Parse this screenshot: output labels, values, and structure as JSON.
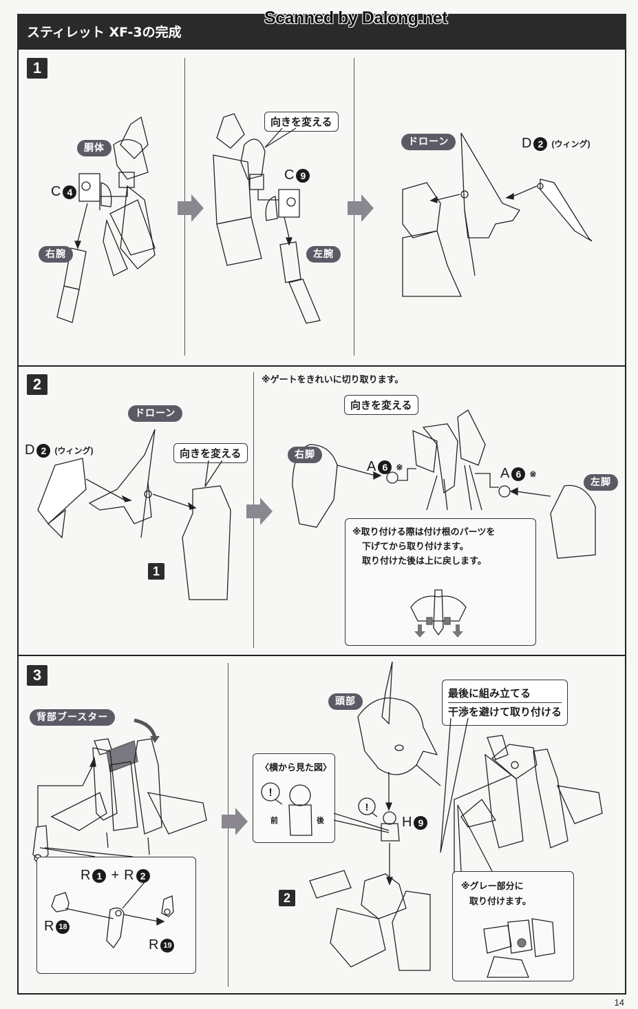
{
  "header": {
    "title": "スティレット XF-3の完成",
    "watermark": "Scanned by Dalong.net"
  },
  "colors": {
    "header_bg": "#2a2a2a",
    "pill_bg": "#5d5a66",
    "arrow": "#8a8790"
  },
  "step1": {
    "number": "1",
    "labels": {
      "torso": "胴体",
      "right_arm": "右腕",
      "left_arm": "左腕",
      "drone": "ドローン"
    },
    "callout_turn": "向きを変える",
    "parts": {
      "c4": {
        "letter": "C",
        "num": "4"
      },
      "c9": {
        "letter": "C",
        "num": "9"
      },
      "d2": {
        "letter": "D",
        "num": "2",
        "sub": "(ウィング)"
      }
    }
  },
  "step2": {
    "number": "2",
    "ref_step": "1",
    "labels": {
      "drone": "ドローン",
      "right_leg": "右脚",
      "left_leg": "左脚"
    },
    "callout_turn_a": "向きを変える",
    "callout_turn_b": "向きを変える",
    "gate_note": "※ゲートをきれいに切り取ります。",
    "parts": {
      "d2": {
        "letter": "D",
        "num": "2",
        "sub": "(ウィング)"
      },
      "a6_left": {
        "letter": "A",
        "num": "6",
        "mark": "※"
      },
      "a6_right": {
        "letter": "A",
        "num": "6",
        "mark": "※"
      }
    },
    "detail_note": [
      "※取り付ける際は付け根のパーツを",
      "下げてから取り付けます。",
      "取り付けた後は上に戻します。"
    ]
  },
  "step3": {
    "number": "3",
    "ref_step": "2",
    "labels": {
      "back_booster": "背部ブースター",
      "head": "頭部"
    },
    "side_view": {
      "title": "〈横から見た図〉",
      "front": "前",
      "back": "後"
    },
    "callout_last": [
      "最後に組み立てる",
      "干渉を避けて取り付ける"
    ],
    "gray_note": [
      "※グレー部分に",
      "取り付けます。"
    ],
    "parts": {
      "r1": {
        "letter": "R",
        "num": "1"
      },
      "plus": "+",
      "r2": {
        "letter": "R",
        "num": "2"
      },
      "r18": {
        "letter": "R",
        "num": "18"
      },
      "r19": {
        "letter": "R",
        "num": "19"
      },
      "h9": {
        "letter": "H",
        "num": "9"
      }
    }
  },
  "page_number": "14"
}
